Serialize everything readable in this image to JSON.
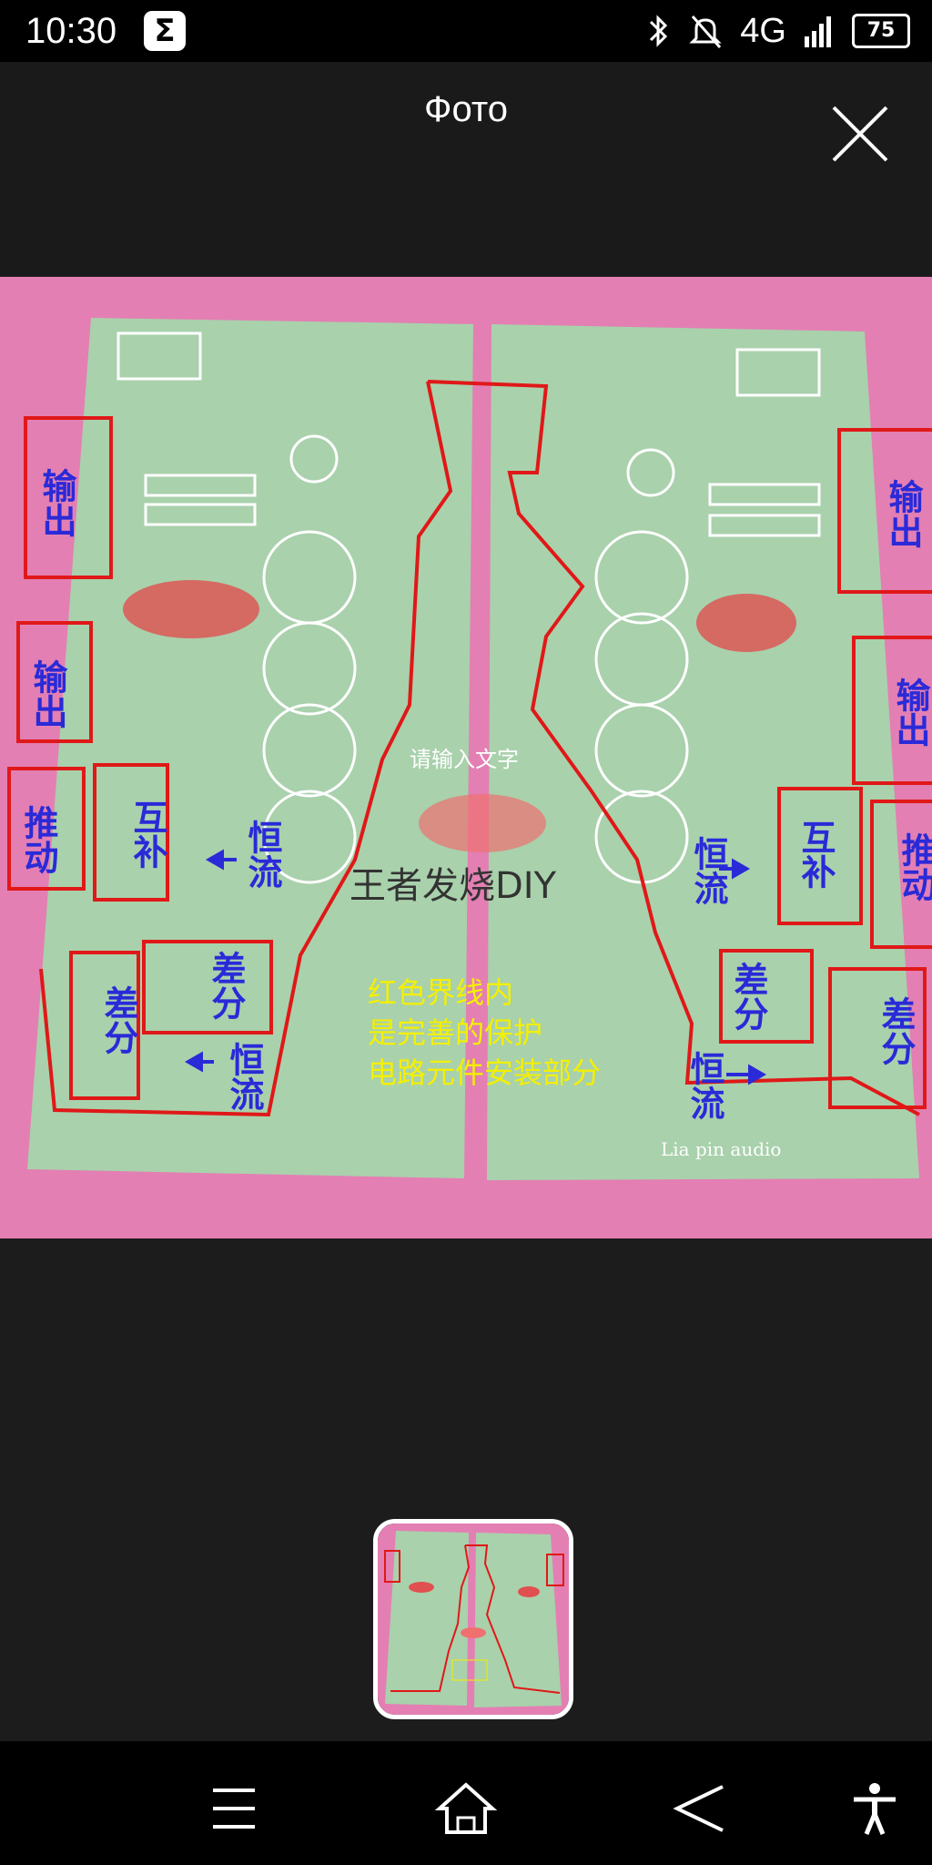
{
  "status": {
    "time": "10:30",
    "app_glyph": "Σ",
    "network": "4G",
    "network_small": "4G",
    "battery": "75"
  },
  "header": {
    "title": "Фото"
  },
  "photo": {
    "labels": {
      "output": "输出",
      "drive": "推动",
      "complement": "互补",
      "diff": "差分",
      "constant": "恒流",
      "placeholder": "请输入文字",
      "watermark": "王者发烧DIY",
      "note1": "红色界线内",
      "note2": "是完善的保护",
      "note3": "电路元件安装部分",
      "board_text": "Lia pin audio"
    }
  },
  "icons": {
    "close": "close-icon",
    "menu": "menu-icon",
    "home": "home-icon",
    "back": "back-icon",
    "accessibility": "accessibility-icon"
  }
}
